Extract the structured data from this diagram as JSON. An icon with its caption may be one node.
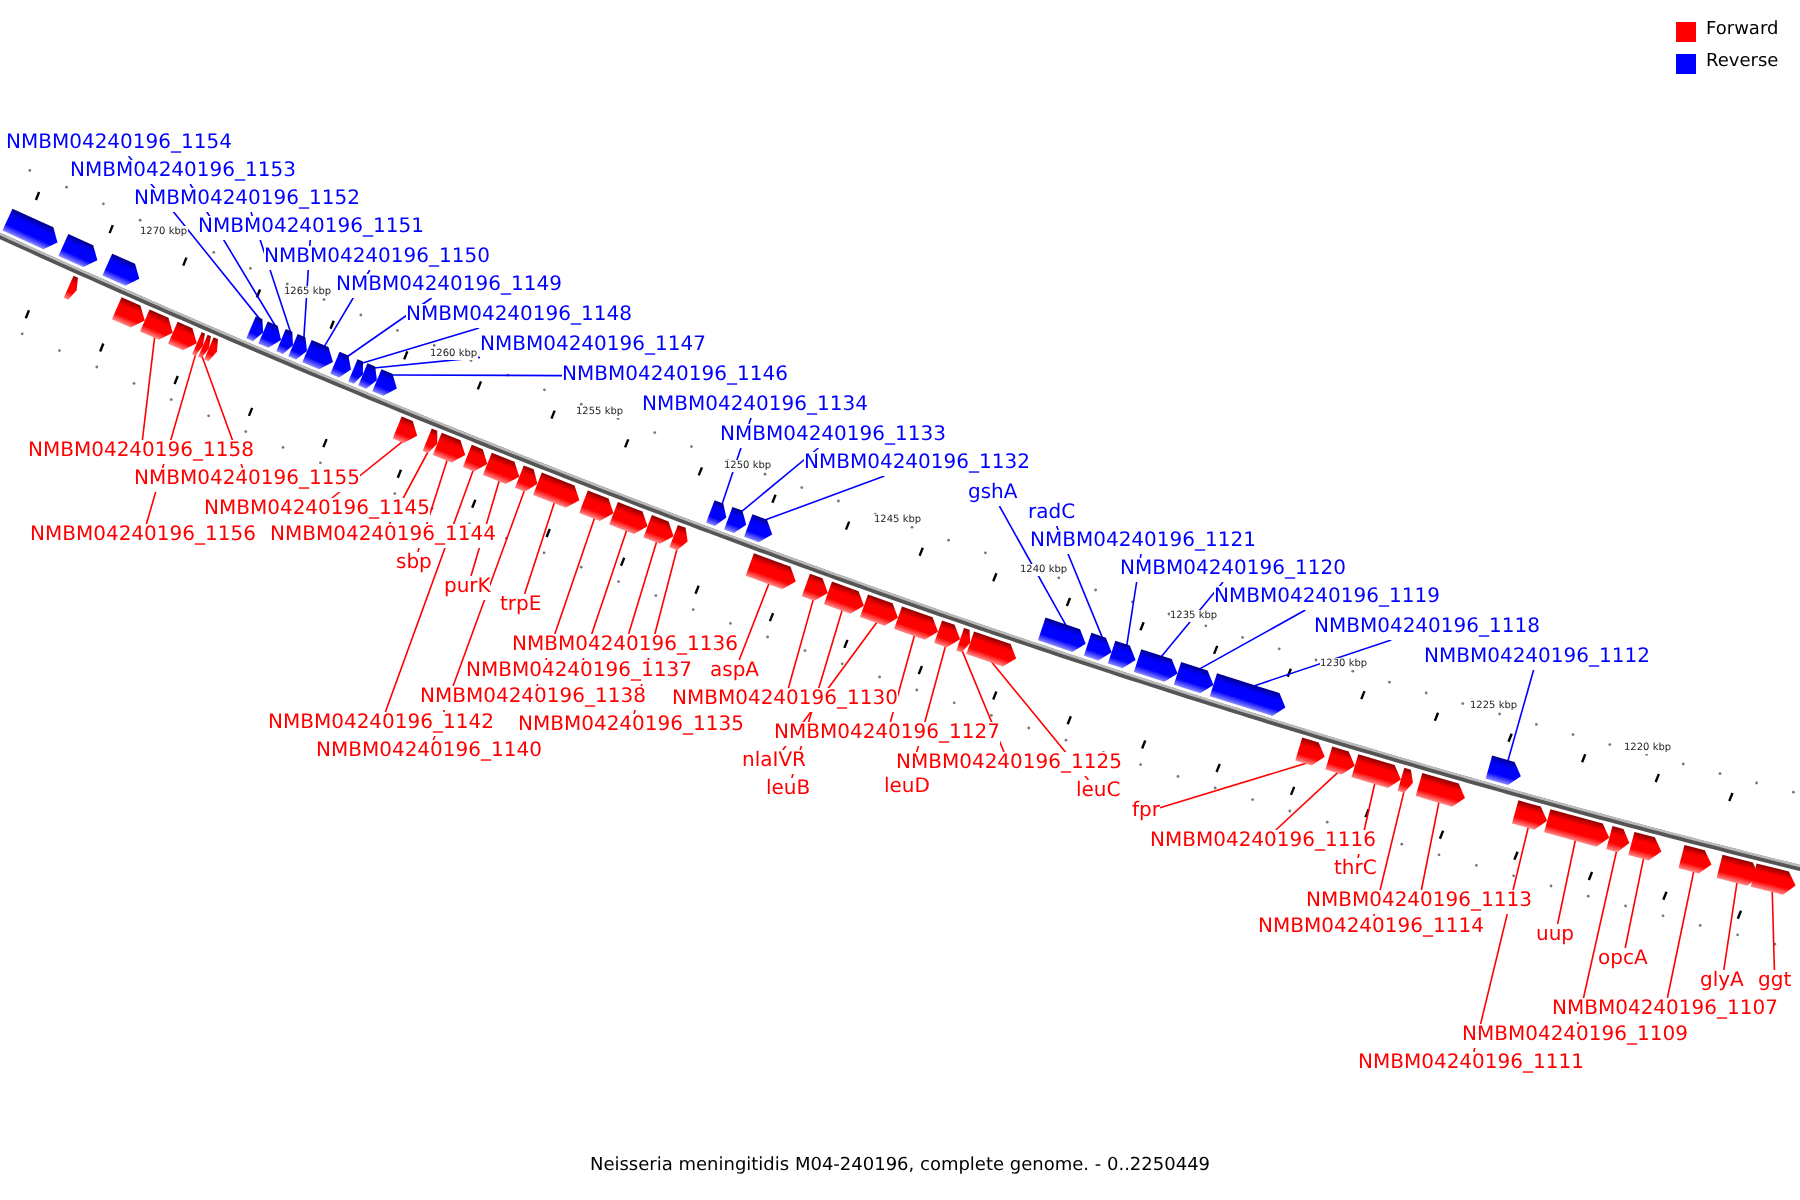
{
  "diagram": {
    "caption": "Neisseria meningitidis M04-240196, complete genome. - 0..2250449",
    "nodes": [
      {
        "text": [],
        "shape": "box"
      },
      {
        "text": [],
        "shape": "box"
      },
      {
        "text": [],
        "shape": "box"
      },
      {
        "text": [],
        "shape": "box"
      },
      {
        "text": [],
        "shape": "box"
      },
      {
        "text": [],
        "shape": "box"
      },
      {
        "text": [],
        "shape": "box"
      },
      {
        "text": [],
        "shape": "box"
      },
      {
        "text": [],
        "shape": "box"
      },
      {
        "text": [],
        "shape": "box"
      },
      {
        "text": [],
        "shape": "box"
      },
      {
        "text": [],
        "shape": "box"
      },
      {
        "text": [],
        "shape": "box"
      },
      {
        "text": [],
        "shape": "box"
      },
      {
        "text": [],
        "shape": "box"
      },
      {
        "text": [],
        "shape": "box"
      },
      {
        "text": [],
        "shape": "box"
      },
      {
        "text": [],
        "shape": "box"
      },
      {
        "text": [],
        "shape": "box"
      },
      {
        "text": [],
        "shape": "box"
      },
      {
        "text": [],
        "shape": "box"
      },
      {
        "text": [],
        "shape": "box"
      },
      {
        "text": [],
        "shape": "box"
      },
      {
        "text": [],
        "shape": "box"
      },
      {
        "text": [],
        "shape": "box"
      },
      {
        "text": [],
        "shape": "box"
      },
      {
        "text": [],
        "shape": "box"
      },
      {
        "text": [],
        "shape": "box"
      },
      {
        "text": [],
        "shape": "box"
      },
      {
        "text": [],
        "shape": "box"
      },
      {
        "text": [],
        "shape": "box"
      },
      {
        "text": [],
        "shape": "box"
      },
      {
        "text": [],
        "shape": "box"
      },
      {
        "text": [],
        "shape": "box"
      },
      {
        "text": [],
        "shape": "box"
      },
      {
        "text": [],
        "shape": "box"
      },
      {
        "text": [],
        "shape": "box"
      },
      {
        "text": [],
        "shape": "box"
      },
      {
        "text": [],
        "shape": "box"
      },
      {
        "text": [],
        "shape": "box"
      },
      {
        "text": [],
        "shape": "box"
      },
      {
        "text": [],
        "shape": "box"
      },
      {
        "text": [],
        "shape": "box"
      },
      {
        "text": [],
        "shape": "box"
      },
      {
        "text": [],
        "shape": "box"
      },
      {
        "text": [],
        "shape": "box"
      },
      {
        "text": [],
        "shape": "box"
      },
      {
        "text": [],
        "shape": "box"
      },
      {
        "text": [],
        "shape": "box"
      },
      {
        "text": [],
        "shape": "box"
      },
      {
        "text": [],
        "shape": "box"
      },
      {
        "text": [],
        "shape": "box"
      },
      {
        "text": [],
        "shape": "box"
      },
      {
        "text": [],
        "shape": "box"
      },
      {
        "text": [],
        "shape": "box"
      },
      {
        "text": [],
        "shape": "box"
      },
      {
        "text": [],
        "shape": "box"
      },
      {
        "text": [],
        "shape": "box"
      },
      {
        "text": [],
        "shape": "box"
      },
      {
        "text": [],
        "shape": "box"
      },
      {
        "text": [
          "NMBM04240196_1154"
        ]
      },
      {
        "text": [
          "NMBM04240196_1153"
        ]
      },
      {
        "text": [
          "NMBM04240196_1152"
        ]
      },
      {
        "text": [
          "NMBM04240196_1151"
        ]
      },
      {
        "text": [
          "NMBM04240196_1150"
        ]
      },
      {
        "text": [
          "NMBM04240196_1149"
        ]
      },
      {
        "text": [
          "NMBM04240196_1148"
        ]
      },
      {
        "text": [
          "NMBM04240196_1147"
        ]
      },
      {
        "text": [
          "NMBM04240196_1146"
        ]
      },
      {
        "text": [
          "NMBM04240196_1134"
        ]
      },
      {
        "text": [
          "NMBM04240196_1133"
        ]
      },
      {
        "text": [
          "NMBM04240196_1132"
        ]
      },
      {
        "text": [
          "gshA"
        ]
      },
      {
        "text": [
          "radC"
        ]
      },
      {
        "text": [
          "NMBM04240196_1121"
        ]
      },
      {
        "text": [
          "NMBM04240196_1120"
        ]
      },
      {
        "text": [
          "NMBM04240196_1119"
        ]
      },
      {
        "text": [
          "NMBM04240196_1118"
        ]
      },
      {
        "text": [
          "NMBM04240196_1112"
        ]
      },
      {
        "text": [
          "NMBM04240196_1158"
        ]
      },
      {
        "text": [
          "NMBM04240196_1155"
        ]
      },
      {
        "text": [
          "NMBM04240196_1156"
        ]
      },
      {
        "text": [
          "NMBM04240196_1145"
        ]
      },
      {
        "text": [
          "NMBM04240196_1144"
        ]
      },
      {
        "text": [
          "sbp"
        ]
      },
      {
        "text": [
          "purK"
        ]
      },
      {
        "text": [
          "trpE"
        ]
      },
      {
        "text": [
          "NMBM04240196_1136"
        ]
      },
      {
        "text": [
          "NMBM04240196_1137"
        ]
      },
      {
        "text": [
          "NMBM04240196_1138"
        ]
      },
      {
        "text": [
          "aspA"
        ]
      },
      {
        "text": [
          "NMBM04240196_1130"
        ]
      },
      {
        "text": [
          "NMBM04240196_1142"
        ]
      },
      {
        "text": [
          "NMBM04240196_1135"
        ]
      },
      {
        "text": [
          "NMBM04240196_1127"
        ]
      },
      {
        "text": [
          "NMBM04240196_1140"
        ]
      },
      {
        "text": [
          "nlaIVR"
        ]
      },
      {
        "text": [
          "NMBM04240196_1125"
        ]
      },
      {
        "text": [
          "leuB"
        ]
      },
      {
        "text": [
          "leuD"
        ]
      },
      {
        "text": [
          "leuC"
        ]
      },
      {
        "text": [
          "fpr"
        ]
      },
      {
        "text": [
          "NMBM04240196_1116"
        ]
      },
      {
        "text": [
          "thrC"
        ]
      },
      {
        "text": [
          "NMBM04240196_1113"
        ]
      },
      {
        "text": [
          "NMBM04240196_1114"
        ]
      },
      {
        "text": [
          "uup"
        ]
      },
      {
        "text": [
          "opcA"
        ]
      },
      {
        "text": [
          "glyA"
        ]
      },
      {
        "text": [
          "ggt"
        ]
      },
      {
        "text": [
          "NMBM04240196_1107"
        ]
      },
      {
        "text": [
          "NMBM04240196_1109"
        ]
      },
      {
        "text": [
          "NMBM04240196_1111"
        ]
      }
    ],
    "edges": [
      {
        "from": 60,
        "to": 10,
        "arrow": "none",
        "color": "#0000ff"
      },
      {
        "from": 61,
        "to": 11,
        "arrow": "none",
        "color": "#0000ff"
      },
      {
        "from": 62,
        "to": 12,
        "arrow": "none",
        "color": "#0000ff"
      },
      {
        "from": 63,
        "to": 13,
        "arrow": "none",
        "color": "#0000ff"
      },
      {
        "from": 64,
        "to": 14,
        "arrow": "none",
        "color": "#0000ff"
      },
      {
        "from": 65,
        "to": 15,
        "arrow": "none",
        "color": "#0000ff"
      },
      {
        "from": 66,
        "to": 16,
        "arrow": "none",
        "color": "#0000ff"
      },
      {
        "from": 67,
        "to": 17,
        "arrow": "none",
        "color": "#0000ff"
      },
      {
        "from": 68,
        "to": 18,
        "arrow": "none",
        "color": "#0000ff"
      },
      {
        "from": 69,
        "to": 30,
        "arrow": "none",
        "color": "#0000ff"
      },
      {
        "from": 70,
        "to": 31,
        "arrow": "none",
        "color": "#0000ff"
      },
      {
        "from": 71,
        "to": 32,
        "arrow": "none",
        "color": "#0000ff"
      },
      {
        "from": 72,
        "to": 41,
        "arrow": "none",
        "color": "#0000ff"
      },
      {
        "from": 73,
        "to": 42,
        "arrow": "none",
        "color": "#0000ff"
      },
      {
        "from": 74,
        "to": 43,
        "arrow": "none",
        "color": "#0000ff"
      },
      {
        "from": 75,
        "to": 44,
        "arrow": "none",
        "color": "#0000ff"
      },
      {
        "from": 76,
        "to": 45,
        "arrow": "none",
        "color": "#0000ff"
      },
      {
        "from": 77,
        "to": 46,
        "arrow": "none",
        "color": "#0000ff"
      },
      {
        "from": 78,
        "to": 52,
        "arrow": "none",
        "color": "#0000ff"
      },
      {
        "from": 79,
        "to": 5,
        "arrow": "none"
      },
      {
        "from": 80,
        "to": 8,
        "arrow": "none"
      },
      {
        "from": 81,
        "to": 7,
        "arrow": "none"
      },
      {
        "from": 82,
        "to": 19,
        "arrow": "none"
      },
      {
        "from": 83,
        "to": 20,
        "arrow": "none"
      },
      {
        "from": 84,
        "to": 21,
        "arrow": "none"
      },
      {
        "from": 85,
        "to": 23,
        "arrow": "none"
      },
      {
        "from": 86,
        "to": 25,
        "arrow": "none"
      },
      {
        "from": 87,
        "to": 28,
        "arrow": "none"
      },
      {
        "from": 88,
        "to": 27,
        "arrow": "none"
      },
      {
        "from": 89,
        "to": 26,
        "arrow": "none"
      },
      {
        "from": 90,
        "to": 33,
        "arrow": "none"
      },
      {
        "from": 91,
        "to": 34,
        "arrow": "none"
      },
      {
        "from": 92,
        "to": 22,
        "arrow": "none"
      },
      {
        "from": 93,
        "to": 29,
        "arrow": "none"
      },
      {
        "from": 94,
        "to": 37,
        "arrow": "none"
      },
      {
        "from": 95,
        "to": 24,
        "arrow": "none"
      },
      {
        "from": 96,
        "to": 36,
        "arrow": "none"
      },
      {
        "from": 97,
        "to": 39,
        "arrow": "none"
      },
      {
        "from": 98,
        "to": 35,
        "arrow": "none"
      },
      {
        "from": 99,
        "to": 38,
        "arrow": "none"
      },
      {
        "from": 100,
        "to": 40,
        "arrow": "none"
      },
      {
        "from": 101,
        "to": 47,
        "arrow": "none"
      },
      {
        "from": 102,
        "to": 48,
        "arrow": "none"
      },
      {
        "from": 103,
        "to": 49,
        "arrow": "none"
      },
      {
        "from": 104,
        "to": 51,
        "arrow": "none"
      },
      {
        "from": 105,
        "to": 50,
        "arrow": "none"
      },
      {
        "from": 106,
        "to": 54,
        "arrow": "none"
      },
      {
        "from": 107,
        "to": 56,
        "arrow": "none"
      },
      {
        "from": 108,
        "to": 58,
        "arrow": "none"
      },
      {
        "from": 109,
        "to": 59,
        "arrow": "none"
      },
      {
        "from": 110,
        "to": 57,
        "arrow": "none"
      },
      {
        "from": 111,
        "to": 55,
        "arrow": "none"
      },
      {
        "from": 112,
        "to": 53,
        "arrow": "none"
      }
    ],
    "labels": [
      "1270 kbp",
      "1265 kbp",
      "1260 kbp",
      "1255 kbp",
      "1250 kbp",
      "1245 kbp",
      "1240 kbp",
      "1235 kbp",
      "1230 kbp",
      "1225 kbp",
      "1220 kbp"
    ],
    "legend": [
      {
        "text": "Forward",
        "color": "#ff0000"
      },
      {
        "text": "Reverse",
        "color": "#0000ff"
      }
    ]
  }
}
